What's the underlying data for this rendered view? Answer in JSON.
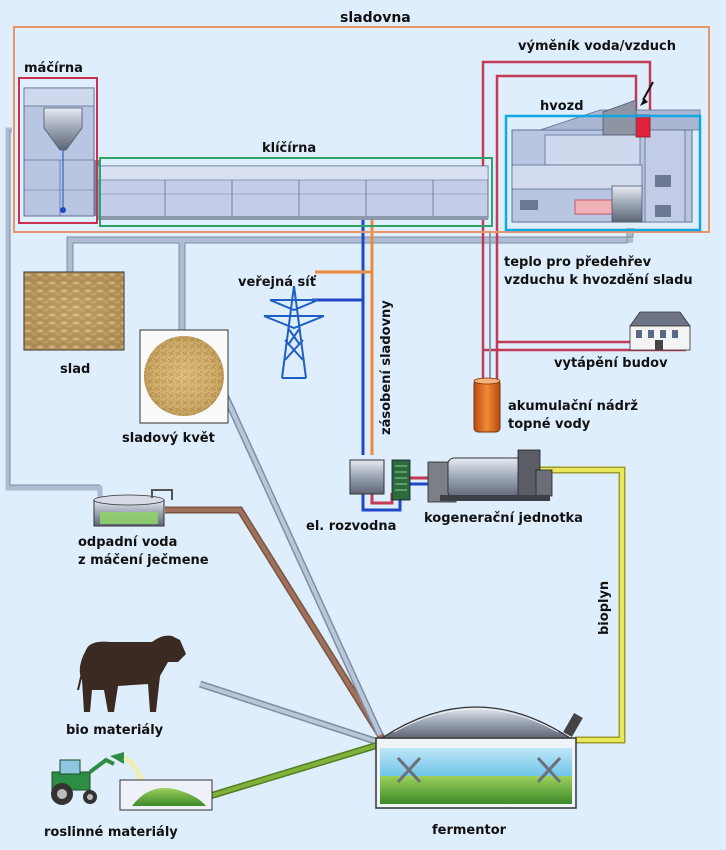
{
  "labels": {
    "sladovna": "sladovna",
    "macirna": "máčírna",
    "klicirna": "klíčírna",
    "vymenik": "výměník voda/vzduch",
    "hvozd": "hvozd",
    "teplo_line1": "teplo pro předehřev",
    "teplo_line2": "vzduchu k hvozdění sladu",
    "verejna_sit": "veřejná síť",
    "zasobeni": "zásobení sladovny",
    "slad": "slad",
    "sladovy_kvet": "sladový květ",
    "vytapeni": "vytápění budov",
    "akumulacni_line1": "akumulační nádrž",
    "akumulacni_line2": "topné vody",
    "el_rozvodna": "el. rozvodna",
    "kogeneracni": "kogenerační jednotka",
    "odpadni_line1": "odpadní voda",
    "odpadni_line2": "z máčení ječmene",
    "bioplyn": "bioplyn",
    "bio_materialy": "bio materiály",
    "roslinne": "roslinné materiály",
    "fermentor": "fermentor"
  },
  "colors": {
    "background": "#dfeefc",
    "sladovna_box": "#e8956c",
    "macirna_box": "#c8324e",
    "klicirna_box": "#2ea36a",
    "hvozd_box": "#12a7e0",
    "heat_pipe": "#c23a55",
    "electric_orange": "#ee8b3a",
    "electric_blue": "#2147c9",
    "biogas": "#eae85a",
    "waste_water": "#a0715a",
    "plant_feed": "#7fb13b",
    "grey_pipe": "#aebbd0"
  }
}
